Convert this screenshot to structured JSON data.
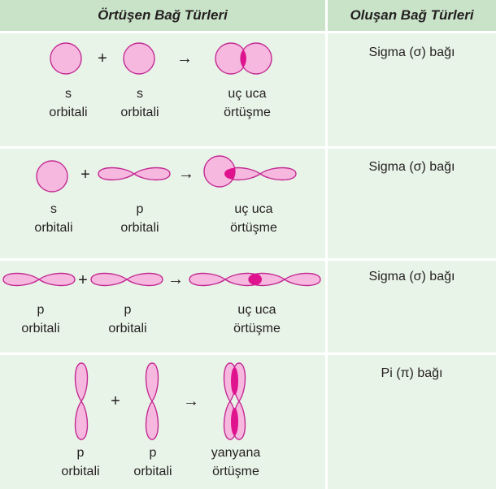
{
  "header": {
    "left": "Örtüşen Bağ Türleri",
    "right": "Oluşan Bağ Türleri"
  },
  "symbols": {
    "plus": "+",
    "arrow": "→"
  },
  "rows": [
    {
      "bond": "Sigma (σ) bağı",
      "first": {
        "letter": "s",
        "word": "orbitali"
      },
      "second": {
        "letter": "s",
        "word": "orbitali"
      },
      "result": {
        "line1": "uç uca",
        "line2": "örtüşme"
      }
    },
    {
      "bond": "Sigma (σ) bağı",
      "first": {
        "letter": "s",
        "word": "orbitali"
      },
      "second": {
        "letter": "p",
        "word": "orbitali"
      },
      "result": {
        "line1": "uç uca",
        "line2": "örtüşme"
      }
    },
    {
      "bond": "Sigma (σ) bağı",
      "first": {
        "letter": "p",
        "word": "orbitali"
      },
      "second": {
        "letter": "p",
        "word": "orbitali"
      },
      "result": {
        "line1": "uç uca",
        "line2": "örtüşme"
      }
    },
    {
      "bond": "Pi (π) bağı",
      "first": {
        "letter": "p",
        "word": "orbitali"
      },
      "second": {
        "letter": "p",
        "word": "orbitali"
      },
      "result": {
        "line1": "yanyana",
        "line2": "örtüşme"
      }
    }
  ],
  "colors": {
    "orbital_fill": "#f6b8df",
    "orbital_stroke": "#c22a92",
    "overlap": "#e0138e",
    "header_bg": "#c9e3c8",
    "row_bg": "#e9f4e8"
  }
}
